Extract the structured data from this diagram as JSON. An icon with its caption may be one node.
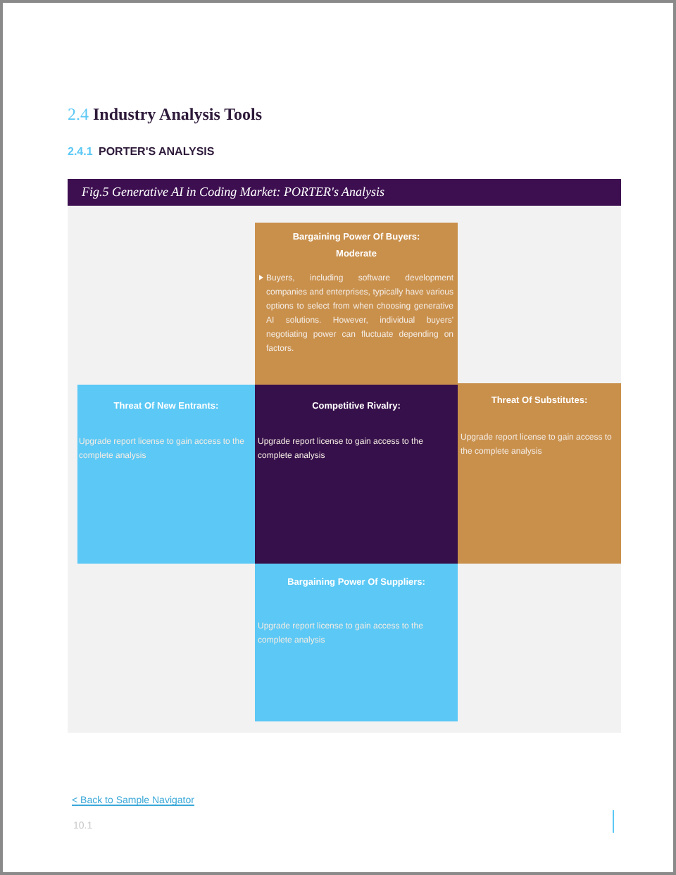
{
  "diagram": {
    "title": "Fig.5 Generative AI in Coding Market: PORTER's Analysis",
    "nodes": [
      {
        "text": [
          "Bargaining Power Of Buyers:",
          "Moderate",
          "Buyers, including software development companies and enterprises, typically have various options to select from when choosing generative AI solutions. However, individual buyers' negotiating power can fluctuate depending on factors."
        ]
      },
      {
        "text": [
          "Threat Of New Entrants:",
          "Upgrade report license to gain access to the complete analysis"
        ]
      },
      {
        "text": [
          "Competitive Rivalry:",
          "Upgrade report license to gain access to the complete analysis"
        ]
      },
      {
        "text": [
          "Threat Of Substitutes:",
          "Upgrade report license to gain access to the complete analysis"
        ]
      },
      {
        "text": [
          "Bargaining Power Of Suppliers:",
          "Upgrade report license to gain access to the complete analysis"
        ]
      }
    ],
    "labels": [
      "2.4",
      "Industry Analysis Tools",
      "2.4.1",
      "PORTER'S ANALYSIS",
      "< Back to Sample Navigator",
      "10.1"
    ]
  }
}
